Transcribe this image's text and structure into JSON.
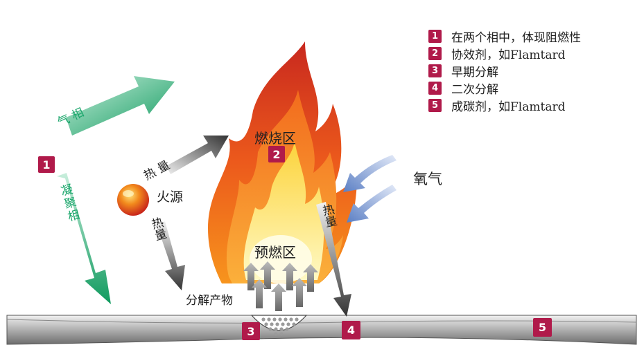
{
  "legend": [
    {
      "num": "1",
      "text": "在两个相中，体现阻燃性"
    },
    {
      "num": "2",
      "text": "协效剂，如Flamtard"
    },
    {
      "num": "3",
      "text": "早期分解"
    },
    {
      "num": "4",
      "text": "二次分解"
    },
    {
      "num": "5",
      "text": "成碳剂，如Flamtard"
    }
  ],
  "labels": {
    "gas_phase": "气  相",
    "condensed_phase": "凝聚相",
    "fire_source": "火源",
    "heat_upper": "热 量",
    "heat_lower": "热量",
    "heat_right": "热量",
    "combustion_zone": "燃烧区",
    "preburn_zone": "预燃区",
    "oxygen": "氧气",
    "decomposition_products": "分解产物"
  },
  "markers": {
    "m1": "1",
    "m2": "2",
    "m3": "3",
    "m4": "4",
    "m5": "5"
  },
  "colors": {
    "badge": "#b01a4a",
    "green_arrow": "#1aa66b",
    "blue_arrow": "#5b7fc4",
    "gray_arrow": "#555555"
  }
}
